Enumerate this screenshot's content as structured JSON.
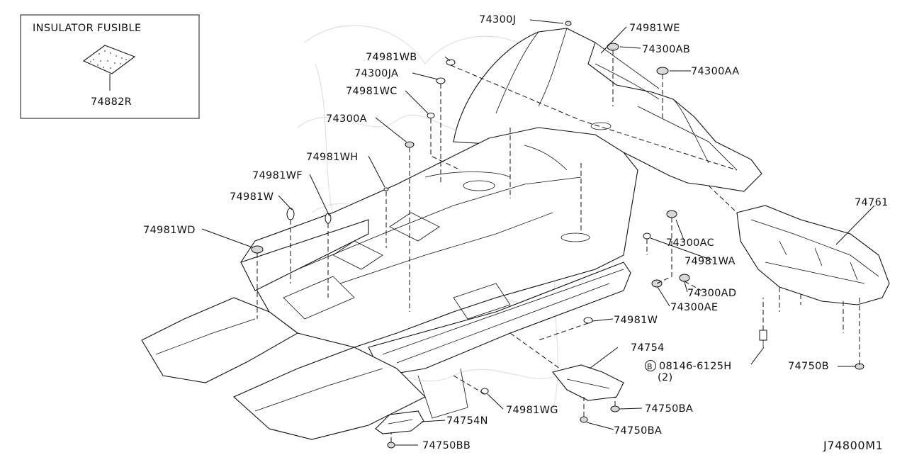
{
  "diagram": {
    "inset_title": "INSULATOR FUSIBLE",
    "drawing_code": "J74800M1",
    "bolt_symbol": "B",
    "labels": {
      "p74300J": "74300J",
      "p74981WE": "74981WE",
      "p74981WB": "74981WB",
      "p74300AB": "74300AB",
      "p74300JA": "74300JA",
      "p74300AA": "74300AA",
      "p74981WC": "74981WC",
      "p74300A": "74300A",
      "p74981WH": "74981WH",
      "p74981WF": "74981WF",
      "p74981W_a": "74981W",
      "p74981WD": "74981WD",
      "p74882R": "74882R",
      "p74761": "74761",
      "p74300AC": "74300AC",
      "p74981WA": "74981WA",
      "p74300AD": "74300AD",
      "p74300AE": "74300AE",
      "p74981W_b": "74981W",
      "p74754": "74754",
      "p08146": "08146-6125H",
      "p08146_qty": "(2)",
      "p74750B": "74750B",
      "p74750BA_a": "74750BA",
      "p74981WG": "74981WG",
      "p74750BA_b": "74750BA",
      "p74754N": "74754N",
      "p74750BB": "74750BB"
    }
  }
}
